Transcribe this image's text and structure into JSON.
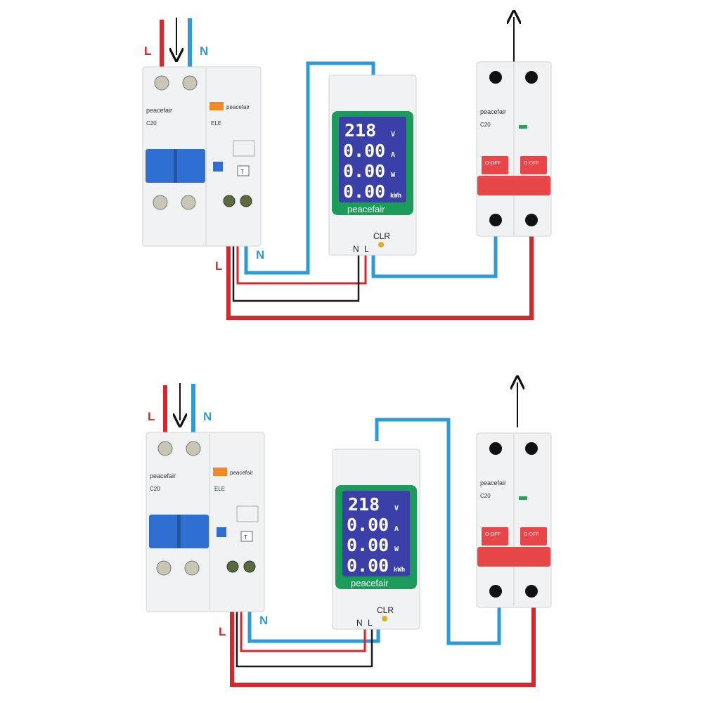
{
  "colors": {
    "live": "#d9262b",
    "neutral": "#2e9bd6",
    "black_wire": "#1a1a1a",
    "rcbo_handle": "#2f6fd1",
    "mcb_handle": "#e8474a",
    "meter_frame": "#1d9b5a",
    "lcd": "#3b3fa8",
    "device_body": "#f1f2f4"
  },
  "diagrams": [
    {
      "labels": {
        "input_live": "L",
        "input_neutral": "N",
        "bottom_live": "L",
        "bottom_neutral": "N"
      },
      "rcbo": {
        "brand": "peacefair",
        "module_brand": "peacefair",
        "rating": "C20",
        "module_text": "ELE",
        "test_button": "T"
      },
      "meter": {
        "readings": [
          {
            "value": "218",
            "unit": "V"
          },
          {
            "value": "0.00",
            "unit": "A"
          },
          {
            "value": "0.00",
            "unit": "W"
          },
          {
            "value": "0.00",
            "unit": "kWh"
          }
        ],
        "brand": "peacefair",
        "clr_label": "CLR",
        "terminal_n": "N",
        "terminal_l": "L"
      },
      "mcb": {
        "brand": "peacefair",
        "rating": "C20",
        "left_toggle": "O-OFF",
        "right_toggle": "O-OFF"
      }
    },
    {
      "labels": {
        "input_live": "L",
        "input_neutral": "N",
        "bottom_live": "L",
        "bottom_neutral": "N"
      },
      "rcbo": {
        "brand": "peacefair",
        "module_brand": "peacefair",
        "rating": "C20",
        "module_text": "ELE",
        "test_button": "T"
      },
      "meter": {
        "readings": [
          {
            "value": "218",
            "unit": "V"
          },
          {
            "value": "0.00",
            "unit": "A"
          },
          {
            "value": "0.00",
            "unit": "W"
          },
          {
            "value": "0.00",
            "unit": "kWh"
          }
        ],
        "brand": "peacefair",
        "clr_label": "CLR",
        "terminal_n": "N",
        "terminal_l": "L"
      },
      "mcb": {
        "brand": "peacefair",
        "rating": "C20",
        "left_toggle": "O-OFF",
        "right_toggle": "O-OFF"
      }
    }
  ]
}
